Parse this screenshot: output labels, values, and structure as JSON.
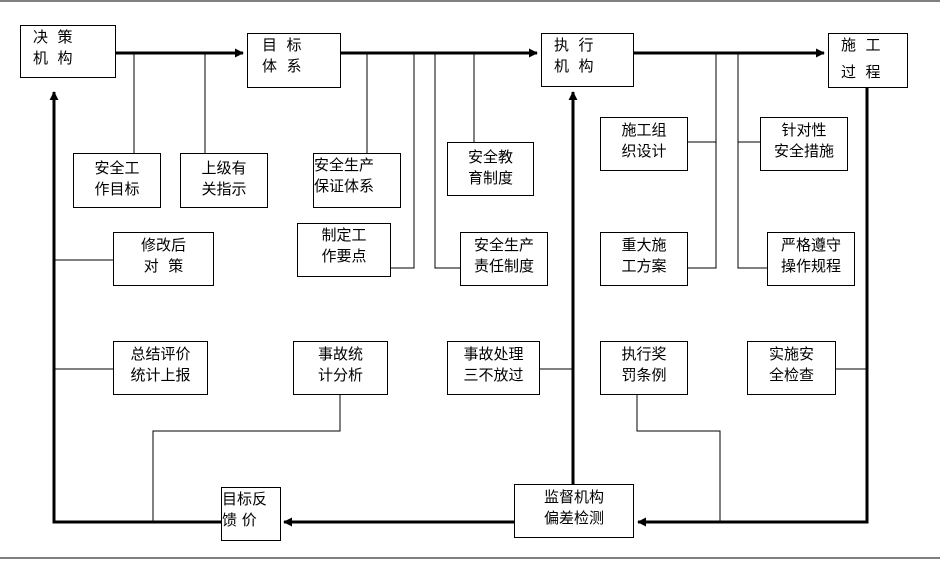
{
  "nodes": {
    "decision": {
      "line1": "决  策",
      "line2": "机  构"
    },
    "goal_system": {
      "line1": "目  标",
      "line2": "体  系"
    },
    "executive": {
      "line1": "执  行",
      "line2": "机  构"
    },
    "construction": {
      "line1": "施  工",
      "line2": "过  程"
    },
    "safety_work_goal": {
      "line1": "安全工",
      "line2": "作目标"
    },
    "superior_instr": {
      "line1": "上级有",
      "line2": "关指示"
    },
    "safety_guarantee": {
      "line1": "安全生产",
      "line2": "保证体系"
    },
    "safety_edu": {
      "line1": "安全教",
      "line2": "育制度"
    },
    "work_points": {
      "line1": "制定工",
      "line2": "作要点"
    },
    "safety_resp": {
      "line1": "安全生产",
      "line2": "责任制度"
    },
    "org_design": {
      "line1": "施工组",
      "line2": "织设计"
    },
    "targeted_safety": {
      "line1": "针对性",
      "line2": "安全措施"
    },
    "major_plan": {
      "line1": "重大施",
      "line2": "工方案"
    },
    "strict_rules": {
      "line1": "严格遵守",
      "line2": "操作规程"
    },
    "revised_measures": {
      "line1": "修改后",
      "line2": "对  策"
    },
    "summary_eval": {
      "line1": "总结评价",
      "line2": "统计上报"
    },
    "accident_stats": {
      "line1": "事故统",
      "line2": "计分析"
    },
    "accident_handle": {
      "line1": "事故处理",
      "line2": "三不放过"
    },
    "reward_rules": {
      "line1": "执行奖",
      "line2": "罚条例"
    },
    "safety_check": {
      "line1": "实施安",
      "line2": "全检查"
    },
    "supervision": {
      "line1": "监督机构",
      "line2": "偏差检测"
    },
    "feedback": {
      "line1": "目标反",
      "line2": "馈 价"
    }
  }
}
